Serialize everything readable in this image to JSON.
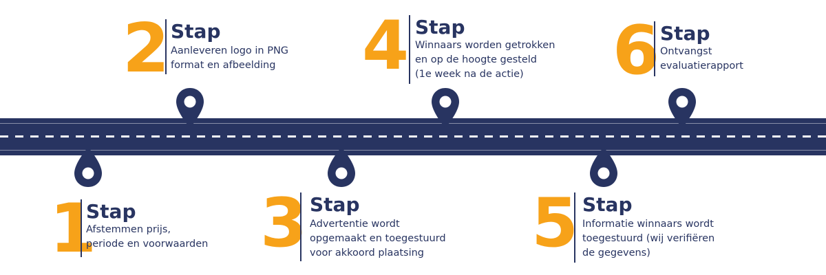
{
  "colors": {
    "navy": "#283461",
    "orange": "#f7a219"
  },
  "steps": [
    {
      "number": "1",
      "title": "Stap",
      "description": "Afstemmen prijs,\nperiode en voorwaarden"
    },
    {
      "number": "2",
      "title": "Stap",
      "description": "Aanleveren logo in PNG\nformat en afbeelding"
    },
    {
      "number": "3",
      "title": "Stap",
      "description": "Advertentie wordt\nopgemaakt en toegestuurd\nvoor akkoord plaatsing"
    },
    {
      "number": "4",
      "title": "Stap",
      "description": "Winnaars worden getrokken\nen op de hoogte gesteld\n(1e week na de actie)"
    },
    {
      "number": "5",
      "title": "Stap",
      "description": "Informatie winnaars wordt\ntoegestuurd (wij verifiëren\nde gegevens)"
    },
    {
      "number": "6",
      "title": "Stap",
      "description": "Ontvangst\nevaluatierapport"
    }
  ]
}
